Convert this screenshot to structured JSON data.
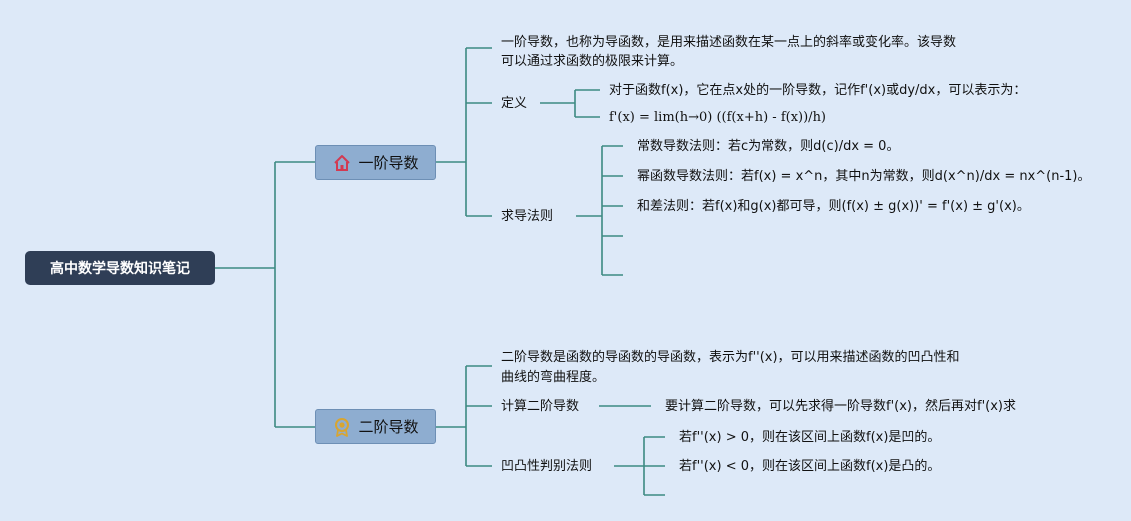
{
  "root": {
    "title": "高中数学导数知识笔记"
  },
  "branch1": {
    "title": "一阶导数",
    "icon": "house-icon",
    "desc": [
      "一阶导数，也称为导函数，是用来描述函数在某一点上的斜率或变化率。该导数",
      "可以通过求函数的极限来计算。"
    ],
    "definition": {
      "label": "定义",
      "items": [
        "对于函数f(x)，它在点x处的一阶导数，记作f'(x)或dy/dx，可以表示为：",
        "f'(x) = lim(h→0) ((f(x+h) - f(x))/h)"
      ]
    },
    "rules": {
      "label": "求导法则",
      "items": [
        "常数导数法则：若c为常数，则d(c)/dx = 0。",
        "幂函数导数法则：若f(x) = x^n，其中n为常数，则d(x^n)/dx = nx^(n-1)。",
        "和差法则：若f(x)和g(x)都可导，则(f(x) ± g(x))' = f'(x) ± g'(x)。",
        "",
        ""
      ]
    }
  },
  "branch2": {
    "title": "二阶导数",
    "icon": "medal-icon",
    "desc": [
      "二阶导数是函数的导函数的导函数，表示为f''(x)，可以用来描述函数的凹凸性和",
      "曲线的弯曲程度。"
    ],
    "compute": {
      "label": "计算二阶导数",
      "text": "要计算二阶导数，可以先求得一阶导数f'(x)，然后再对f'(x)求"
    },
    "convexity": {
      "label": "凹凸性判别法则",
      "items": [
        "若f''(x) > 0，则在该区间上函数f(x)是凹的。",
        "若f''(x) < 0，则在该区间上函数f(x)是凸的。",
        ""
      ]
    }
  },
  "colors": {
    "line": "#3d8a82",
    "root_bg": "#2f3e56",
    "node_bg": "#8eadd0",
    "page_bg": "#dde9f8"
  }
}
